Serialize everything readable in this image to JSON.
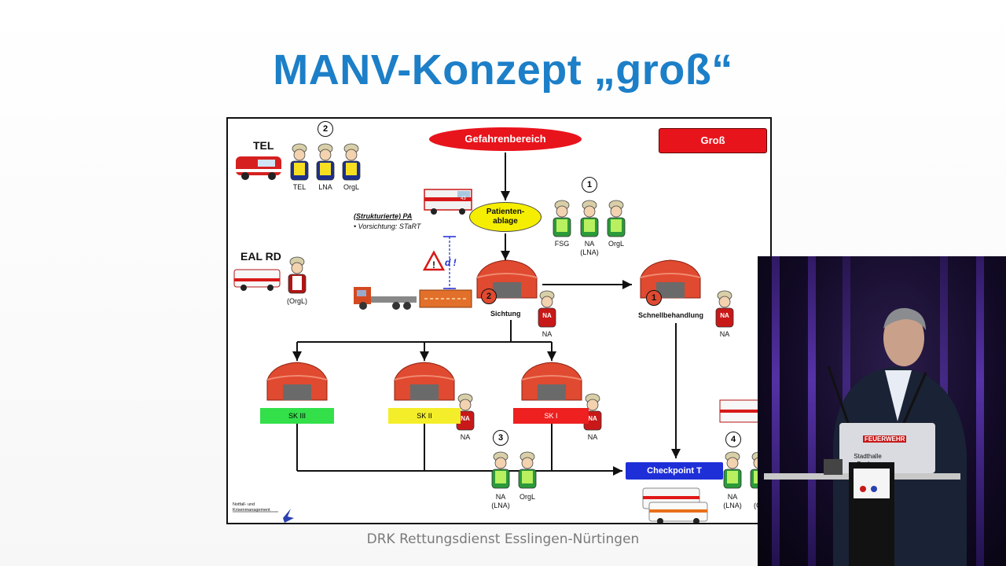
{
  "slide": {
    "title": "MANV-Konzept „groß“",
    "footer": "DRK Rettungsdienst Esslingen-Nürtingen"
  },
  "diagram": {
    "danger_zone": "Gefahrenbereich",
    "size_label": "Groß",
    "patient_area": [
      "Patienten-",
      "ablage"
    ],
    "structured_pa": "(Strukturierte) PA",
    "pre_triage": "• Vorsichtung: STaRT",
    "warning_mark": "d !",
    "tel": "TEL",
    "eal_rd": "EAL RD",
    "circles": [
      "2",
      "1",
      "2",
      "1",
      "3",
      "4"
    ],
    "roles_top": [
      "TEL",
      "LNA",
      "OrgL"
    ],
    "roles_pa": [
      "FSG",
      "NA\n(LNA)",
      "OrgL"
    ],
    "orgl_eal": "(OrgL)",
    "sichtung": "Sichtung",
    "schnell": "Schnellbehandlung",
    "na": "NA",
    "sk3": "SK III",
    "sk2": "SK II",
    "sk1": "SK I",
    "checkpoint": "Checkpoint T",
    "roles_bottom": [
      "NA\n(LNA)",
      "OrgL"
    ],
    "roles_cp": [
      "NA\n(LNA)",
      "(O"
    ],
    "logo_text": "Notfall- und\nKrisenmanagement",
    "ambulance_no": "43"
  },
  "video": {
    "laptop_sticker": "FEUERWEHR",
    "podium": "Stadthalle\nBuchen"
  },
  "colors": {
    "title": "#1c7fc8",
    "danger": "#e8141c",
    "checkpoint": "#1f2fd8",
    "patient_area": "#f5ee00",
    "sk3": "#33e04a",
    "sk2": "#f4ee2a",
    "sk1": "#ee2020"
  }
}
